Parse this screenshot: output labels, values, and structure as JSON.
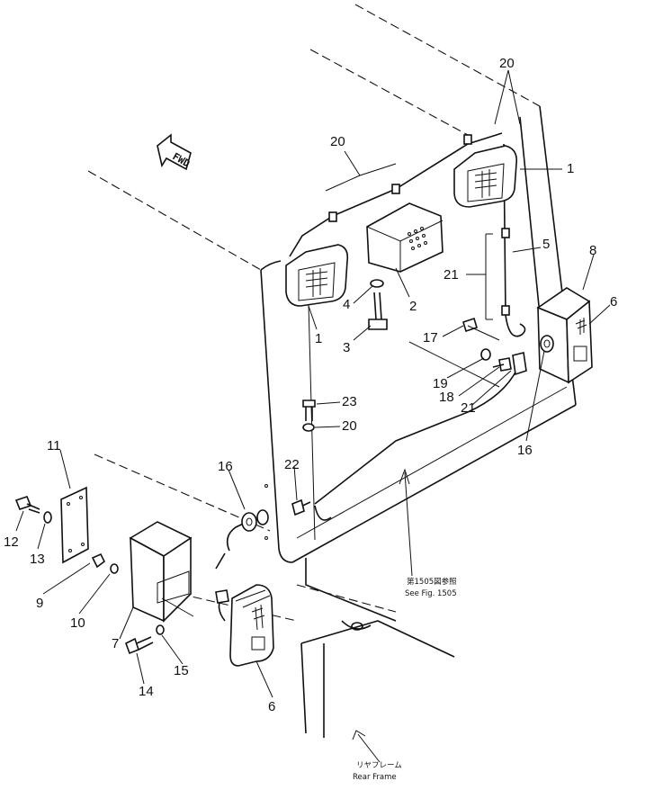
{
  "callouts": [
    {
      "id": "c1a",
      "text": "1"
    },
    {
      "id": "c1b",
      "text": "1"
    },
    {
      "id": "c2",
      "text": "2"
    },
    {
      "id": "c3",
      "text": "3"
    },
    {
      "id": "c4",
      "text": "4"
    },
    {
      "id": "c5",
      "text": "5"
    },
    {
      "id": "c6a",
      "text": "6"
    },
    {
      "id": "c6b",
      "text": "6"
    },
    {
      "id": "c7",
      "text": "7"
    },
    {
      "id": "c8",
      "text": "8"
    },
    {
      "id": "c9",
      "text": "9"
    },
    {
      "id": "c10",
      "text": "10"
    },
    {
      "id": "c11",
      "text": "11"
    },
    {
      "id": "c12",
      "text": "12"
    },
    {
      "id": "c13",
      "text": "13"
    },
    {
      "id": "c14",
      "text": "14"
    },
    {
      "id": "c15",
      "text": "15"
    },
    {
      "id": "c16a",
      "text": "16"
    },
    {
      "id": "c16b",
      "text": "16"
    },
    {
      "id": "c17",
      "text": "17"
    },
    {
      "id": "c18",
      "text": "18"
    },
    {
      "id": "c19",
      "text": "19"
    },
    {
      "id": "c20a",
      "text": "20"
    },
    {
      "id": "c20b",
      "text": "20"
    },
    {
      "id": "c20c",
      "text": "20"
    },
    {
      "id": "c21a",
      "text": "21"
    },
    {
      "id": "c21b",
      "text": "21"
    },
    {
      "id": "c22",
      "text": "22"
    },
    {
      "id": "c23",
      "text": "23"
    }
  ],
  "notes": {
    "see_fig_jp": "第1505図参照",
    "see_fig_en": "See Fig. 1505",
    "rear_frame_jp": "リヤフレーム",
    "rear_frame_en": "Rear Frame",
    "fwd_arrow": "FWD"
  }
}
